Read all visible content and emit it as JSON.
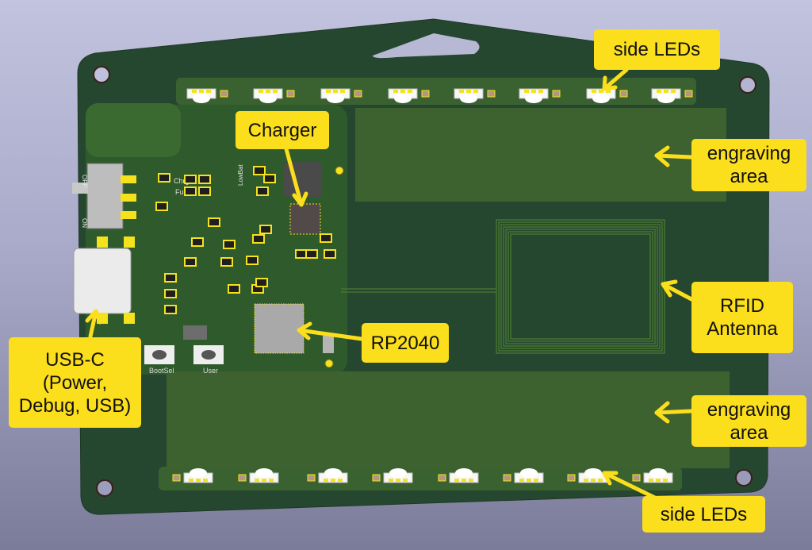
{
  "title": "PCB badge component overview (KiCad 3D render)",
  "colors": {
    "background_top": "#c2c3de",
    "background_bottom": "#7b7c99",
    "board_dark": "#26472f",
    "board_fill": "#3e6130",
    "pad_gold": "#f4e21c",
    "callout_bg": "#fbde1c",
    "callout_text": "#111111"
  },
  "callouts": {
    "side_leds_top": {
      "lines": [
        "side LEDs"
      ]
    },
    "charger": {
      "lines": [
        "Charger"
      ]
    },
    "engraving_top": {
      "lines": [
        "engraving",
        "area"
      ]
    },
    "rfid": {
      "lines": [
        "RFID",
        "Antenna"
      ]
    },
    "rp2040": {
      "lines": [
        "RP2040"
      ]
    },
    "usbc": {
      "lines": [
        "USB-C",
        "(Power,",
        "Debug, USB)"
      ]
    },
    "engraving_bottom": {
      "lines": [
        "engraving",
        "area"
      ]
    },
    "side_leds_bottom": {
      "lines": [
        "side LEDs"
      ]
    }
  },
  "silkscreen": {
    "switch_off": "OFF",
    "switch_on": "ON",
    "led_charging": "Chrg",
    "led_full": "Full",
    "led_lowbat": "LowBat",
    "button_bootsel": "BootSel",
    "button_user": "User"
  },
  "components": {
    "side_leds_top_count": 8,
    "side_leds_bottom_count": 8,
    "buttons": [
      "BootSel",
      "User"
    ]
  }
}
